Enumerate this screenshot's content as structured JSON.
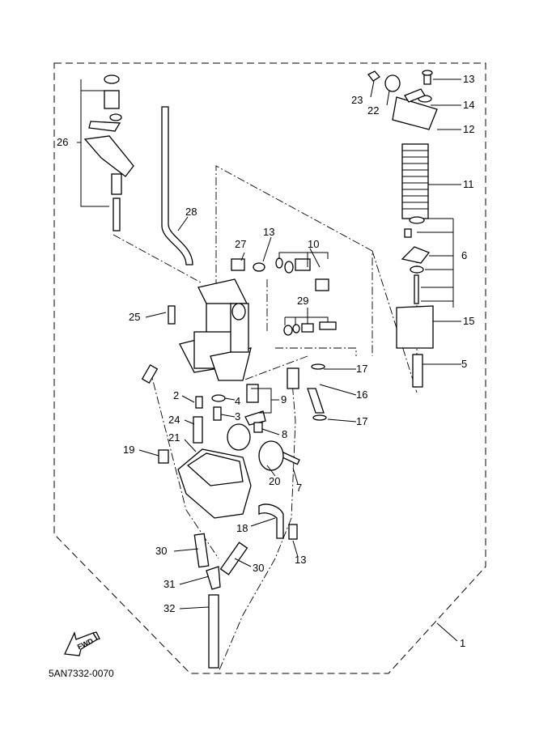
{
  "diagram": {
    "drawing_code": "5AN7332-0070",
    "fwd_arrow_text": "FWD",
    "callouts": [
      "13",
      "23",
      "14",
      "22",
      "12",
      "11",
      "6",
      "15",
      "5",
      "26",
      "28",
      "27",
      "13",
      "10",
      "29",
      "25",
      "17",
      "16",
      "17",
      "2",
      "4",
      "9",
      "3",
      "8",
      "24",
      "21",
      "19",
      "7",
      "20",
      "18",
      "13",
      "30",
      "30",
      "31",
      "32",
      "1"
    ]
  }
}
